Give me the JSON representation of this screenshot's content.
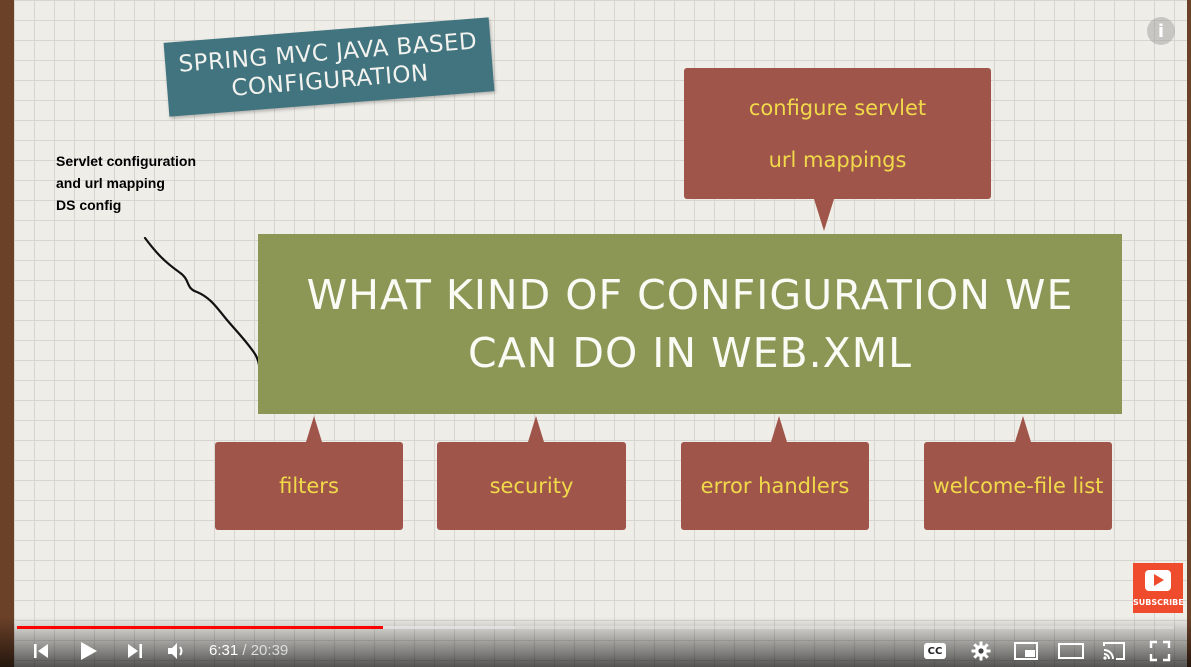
{
  "slide": {
    "title_lines": [
      "SPRING MVC JAVA BASED",
      "CONFIGURATION"
    ],
    "note_lines": [
      "Servlet configuration",
      "and url mapping",
      "DS config"
    ],
    "center_lines": [
      "WHAT KIND OF CONFIGURATION WE",
      "CAN DO IN WEB.XML"
    ],
    "top_callout": [
      "configure servlet",
      "url mappings"
    ],
    "bottom_callouts": [
      "filters",
      "security",
      "error handlers",
      "welcome-file list"
    ],
    "colors": {
      "title_card": "#41747f",
      "center_box": "#8c9756",
      "callout": "#a0554a",
      "callout_text": "#f1da4a"
    }
  },
  "overlay": {
    "info_icon": "info-icon",
    "subscribe_label": "SUBSCRIBE"
  },
  "player": {
    "current_time": "6:31",
    "separator": " / ",
    "duration": "20:39",
    "played_fraction": 0.316,
    "buffered_fraction": 0.43,
    "progress_color": "#ff0000",
    "icons": [
      "previous-icon",
      "play-icon",
      "next-icon",
      "volume-icon",
      "captions-icon",
      "settings-icon",
      "miniplayer-icon",
      "theater-mode-icon",
      "cast-icon",
      "fullscreen-icon"
    ],
    "captions_label": "CC"
  }
}
